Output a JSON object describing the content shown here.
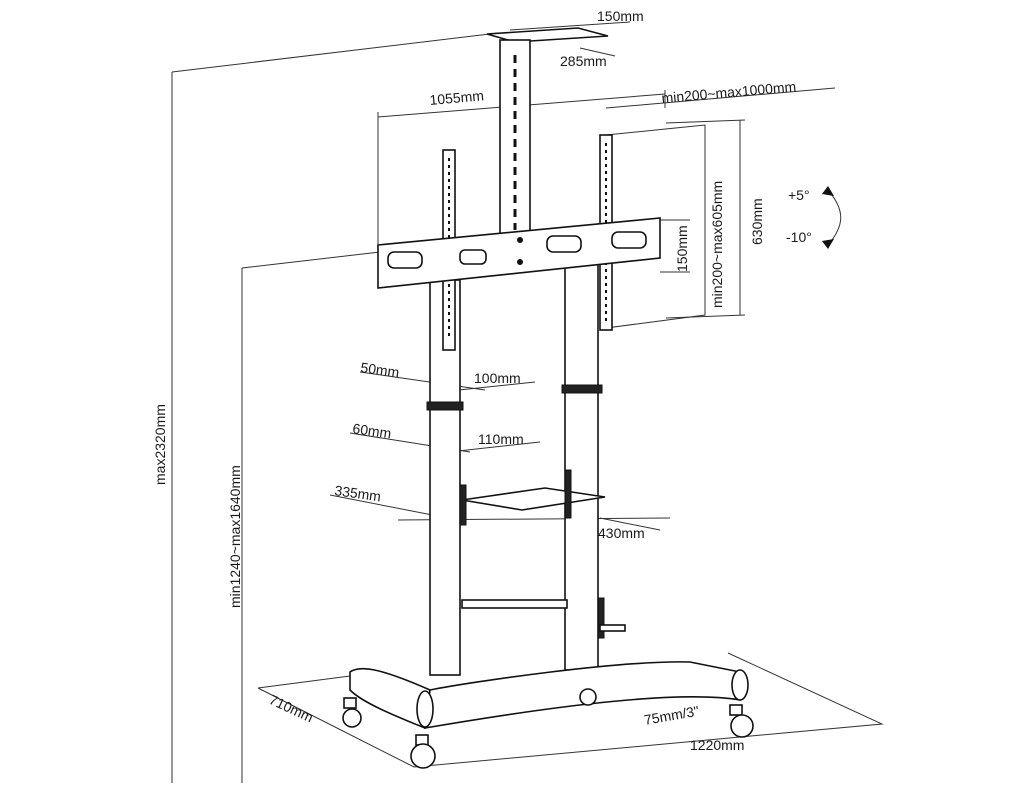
{
  "dimensions": {
    "plate_depth": "150mm",
    "plate_width": "285mm",
    "bracket_width": "1055mm",
    "vesa_horizontal": "min200~max1000mm",
    "vesa_vertical": "min200~max605mm",
    "bracket_height": "630mm",
    "arm_height": "150mm",
    "tilt_up": "+5°",
    "tilt_down": "-10°",
    "max_height": "max2320mm",
    "height_range": "min1240~max1640mm",
    "gap_upper": "50mm",
    "pole_upper": "100mm",
    "gap_lower": "60mm",
    "pole_lower": "110mm",
    "shelf_depth": "335mm",
    "shelf_width": "430mm",
    "base_depth": "710mm",
    "caster": "75mm/3\"",
    "base_width": "1220mm"
  }
}
